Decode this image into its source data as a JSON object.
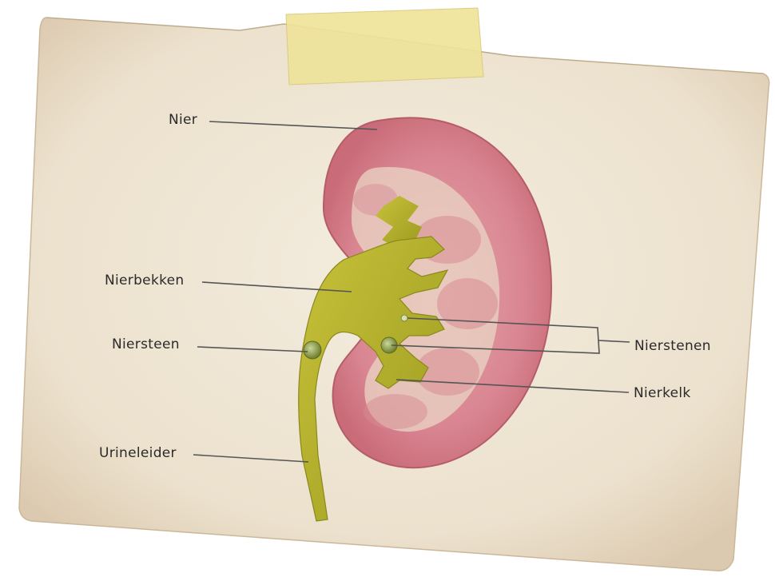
{
  "labels": {
    "nier": "Nier",
    "nierbekken": "Nierbekken",
    "niersteen": "Niersteen",
    "urineleider": "Urineleider",
    "nierstenen": "Nierstenen",
    "nierkelk": "Nierkelk"
  },
  "colors": {
    "paper": "#efe6d6",
    "tape": "#efe39a",
    "cortex": "#d9808a",
    "medulla": "#e9d6c4",
    "pelvis": "#b5b22b",
    "leader": "#555555"
  }
}
